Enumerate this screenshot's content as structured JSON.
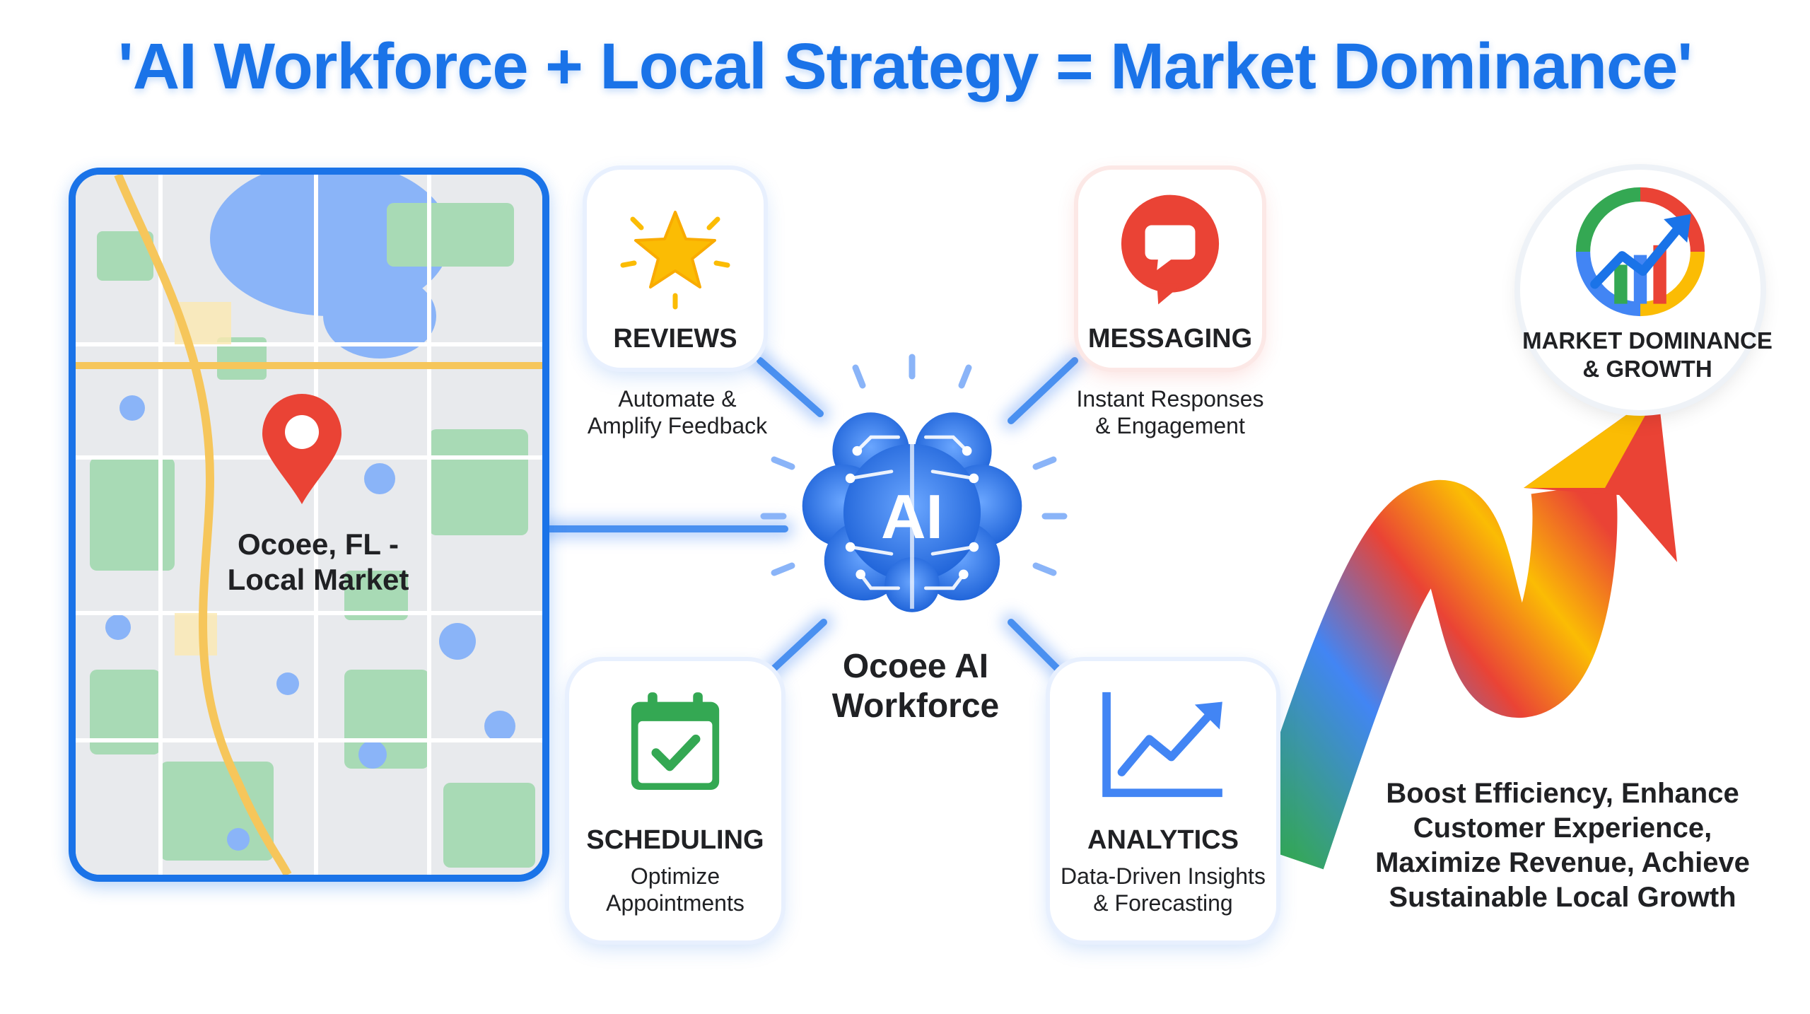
{
  "title": "'AI Workforce + Local Strategy = Market Dominance'",
  "map": {
    "label_line1": "Ocoee, FL -",
    "label_line2": "Local Market",
    "icon": "map-pin-icon"
  },
  "center": {
    "ai_text": "AI",
    "name_line1": "Ocoee AI",
    "name_line2": "Workforce",
    "icon": "brain-circuit-icon"
  },
  "cards": {
    "reviews": {
      "title": "REVIEWS",
      "sub_line1": "Automate &",
      "sub_line2": "Amplify Feedback",
      "icon": "star-icon"
    },
    "messaging": {
      "title": "MESSAGING",
      "sub_line1": "Instant Responses",
      "sub_line2": "& Engagement",
      "icon": "chat-bubble-icon"
    },
    "scheduling": {
      "title": "SCHEDULING",
      "sub_line1": "Optimize",
      "sub_line2": "Appointments",
      "icon": "calendar-check-icon"
    },
    "analytics": {
      "title": "ANALYTICS",
      "sub_line1": "Data-Driven Insights",
      "sub_line2": "& Forecasting",
      "icon": "line-chart-icon"
    }
  },
  "dominance": {
    "label_line1": "MARKET DOMINANCE",
    "label_line2": "& GROWTH",
    "icon": "growth-chart-icon"
  },
  "tagline": {
    "line1": "Boost Efficiency, Enhance",
    "line2": "Customer Experience,",
    "line3": "Maximize Revenue, Achieve",
    "line4": "Sustainable Local Growth"
  },
  "colors": {
    "primary_blue": "#1a73e8",
    "google_red": "#ea4335",
    "google_yellow": "#fbbc04",
    "google_green": "#34a853"
  }
}
